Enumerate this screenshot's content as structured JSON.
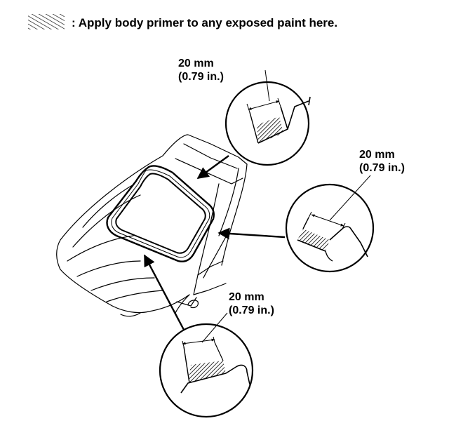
{
  "legend": {
    "text": ": Apply body primer to any exposed paint here.",
    "swatch_icon": "diagonal-hatch-swatch"
  },
  "callouts": {
    "top": {
      "measurement": "20 mm",
      "imperial": "(0.79 in.)"
    },
    "right": {
      "measurement": "20 mm",
      "imperial": "(0.79 in.)"
    },
    "bottom": {
      "measurement": "20 mm",
      "imperial": "(0.79 in.)"
    }
  },
  "colors": {
    "ink": "#000000",
    "background": "#ffffff"
  }
}
